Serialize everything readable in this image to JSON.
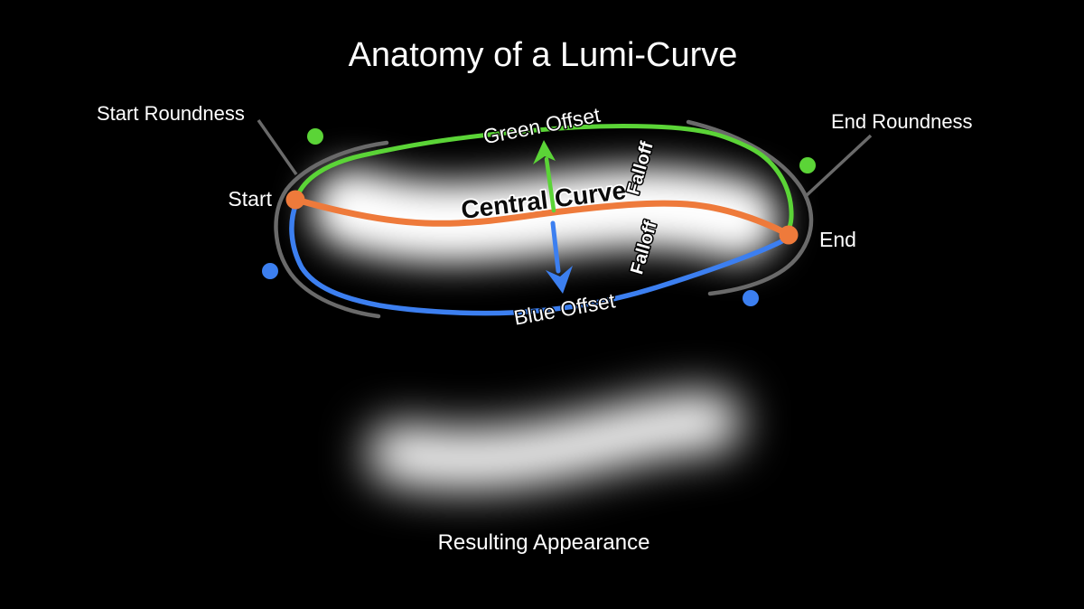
{
  "title": "Anatomy of a Lumi-Curve",
  "diagram": {
    "labels": {
      "start_roundness": "Start Roundness",
      "end_roundness": "End Roundness",
      "start_point": "Start",
      "end_point": "End",
      "green_offset": "Green Offset",
      "central_curve": "Central Curve",
      "falloff_upper": "Falloff",
      "falloff_lower": "Falloff",
      "blue_offset": "Blue Offset"
    },
    "colors": {
      "background": "#000000",
      "text": "#ffffff",
      "glow": "#ffffff",
      "green": "#5bd437",
      "orange": "#ee7a3b",
      "blue": "#3c7ff0",
      "gray": "#6a6a6a"
    }
  },
  "result": {
    "caption": "Resulting Appearance"
  }
}
